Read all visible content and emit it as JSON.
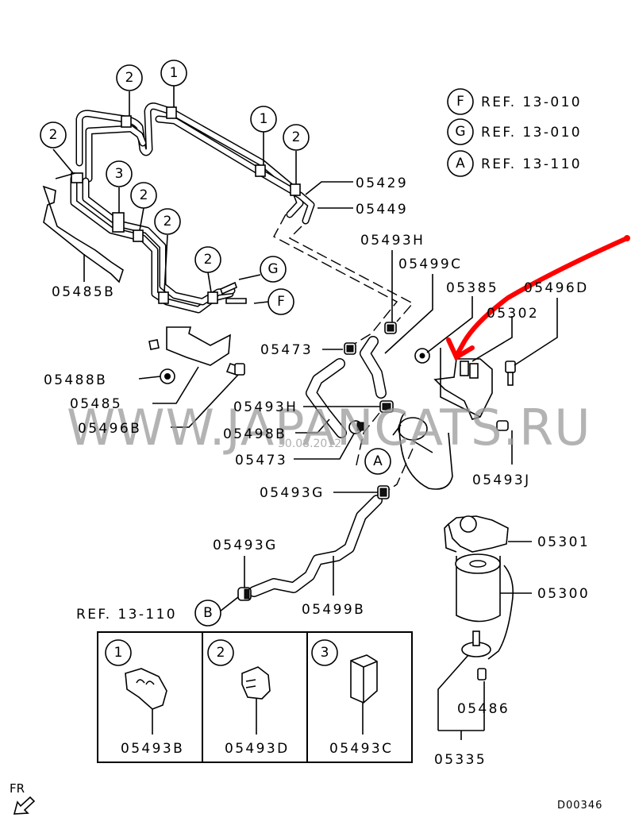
{
  "diagram": {
    "code": "D00346",
    "direction_label": "FR",
    "watermark": "WWW.JAPANCATS.RU",
    "watermark_date": "30.08.2012"
  },
  "references": [
    {
      "circle": "F",
      "text": "REF. 13-010"
    },
    {
      "circle": "G",
      "text": "REF. 13-010"
    },
    {
      "circle": "A",
      "text": "REF. 13-110"
    }
  ],
  "ref_b": {
    "circle": "B",
    "text": "REF. 13-110"
  },
  "callouts": {
    "c1a": "1",
    "c1b": "1",
    "c2a": "2",
    "c2b": "2",
    "c2c": "2",
    "c2d": "2",
    "c2e": "2",
    "c2f": "2",
    "c3": "3",
    "g": "G",
    "f": "F",
    "a": "A"
  },
  "parts": {
    "p05429": "05429",
    "p05449": "05449",
    "p05485B": "05485B",
    "p05493H_top": "05493H",
    "p05499C": "05499C",
    "p05385": "05385",
    "p05496D": "05496D",
    "p05302": "05302",
    "p05473_top": "05473",
    "p05488B": "05488B",
    "p05485": "05485",
    "p05496B": "05496B",
    "p05493H_mid": "05493H",
    "p05498B": "05498B",
    "p05473_mid": "05473",
    "p05493J": "05493J",
    "p05493G_top": "05493G",
    "p05493G_low": "05493G",
    "p05499B": "05499B",
    "p05301": "05301",
    "p05300": "05300",
    "p05486": "05486",
    "p05335": "05335"
  },
  "legend_table": [
    {
      "callout": "1",
      "part": "05493B"
    },
    {
      "callout": "2",
      "part": "05493D"
    },
    {
      "callout": "3",
      "part": "05493C"
    }
  ],
  "annotation": {
    "color": "#ff0000",
    "meaning": "hand-drawn arrow pointing to bracket 05302"
  }
}
